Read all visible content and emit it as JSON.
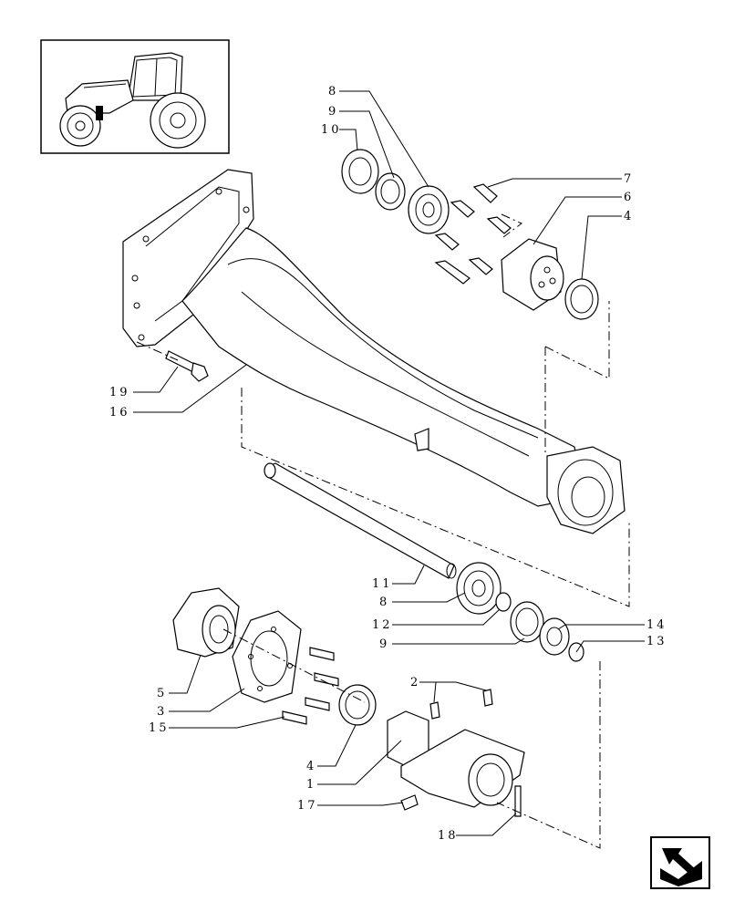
{
  "callouts": {
    "c1": "1",
    "c2": "2",
    "c3": "3",
    "c4a": "4",
    "c4b": "4",
    "c5": "5",
    "c6": "6",
    "c7": "7",
    "c8a": "8",
    "c8b": "8",
    "c9a": "9",
    "c9b": "9",
    "c10": "10",
    "c11": "11",
    "c12": "12",
    "c13": "13",
    "c14": "14",
    "c15": "15",
    "c16": "16",
    "c17": "17",
    "c18": "18",
    "c19": "19"
  },
  "icons": {
    "thumbnail": "tractor-thumbnail-icon",
    "nav": "next-page-arrow-icon"
  }
}
